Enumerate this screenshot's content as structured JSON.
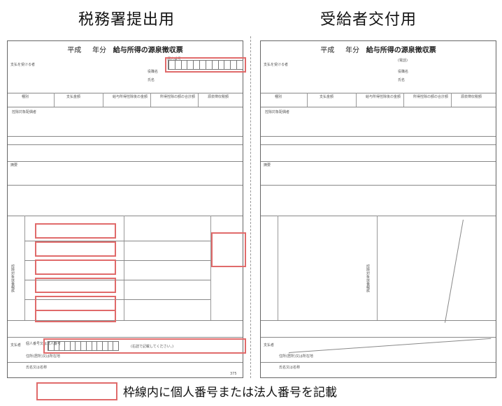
{
  "left_heading": "税務署提出用",
  "right_heading": "受給者交付用",
  "form_title": {
    "era": "平成",
    "year_unit": "年分",
    "name": "給与所得の源泉徴収票"
  },
  "labels": {
    "payment_target": "支払を受ける者",
    "personal_number": "個人番号",
    "position": "役職名",
    "name": "氏名",
    "kind": "種別",
    "payment_amount": "支払金額",
    "after_deduction": "給与所得控除後の金額",
    "total_deduction": "所得控除の額の合計額",
    "withholding": "源泉徴収税額",
    "remarks": "摘要",
    "spouse": "控除対象配偶者",
    "dependents": "控除対象扶養親族",
    "payer": "支払者",
    "payer_number": "個人番号又は法人番号",
    "payer_address": "住所(居所)又は所在地",
    "payer_name": "氏名又は名称",
    "phone": "(電話)",
    "right_align_note": "(右詰で記載してください。)",
    "form_number": "375"
  },
  "legend": "枠線内に個人番号または法人番号を記載"
}
